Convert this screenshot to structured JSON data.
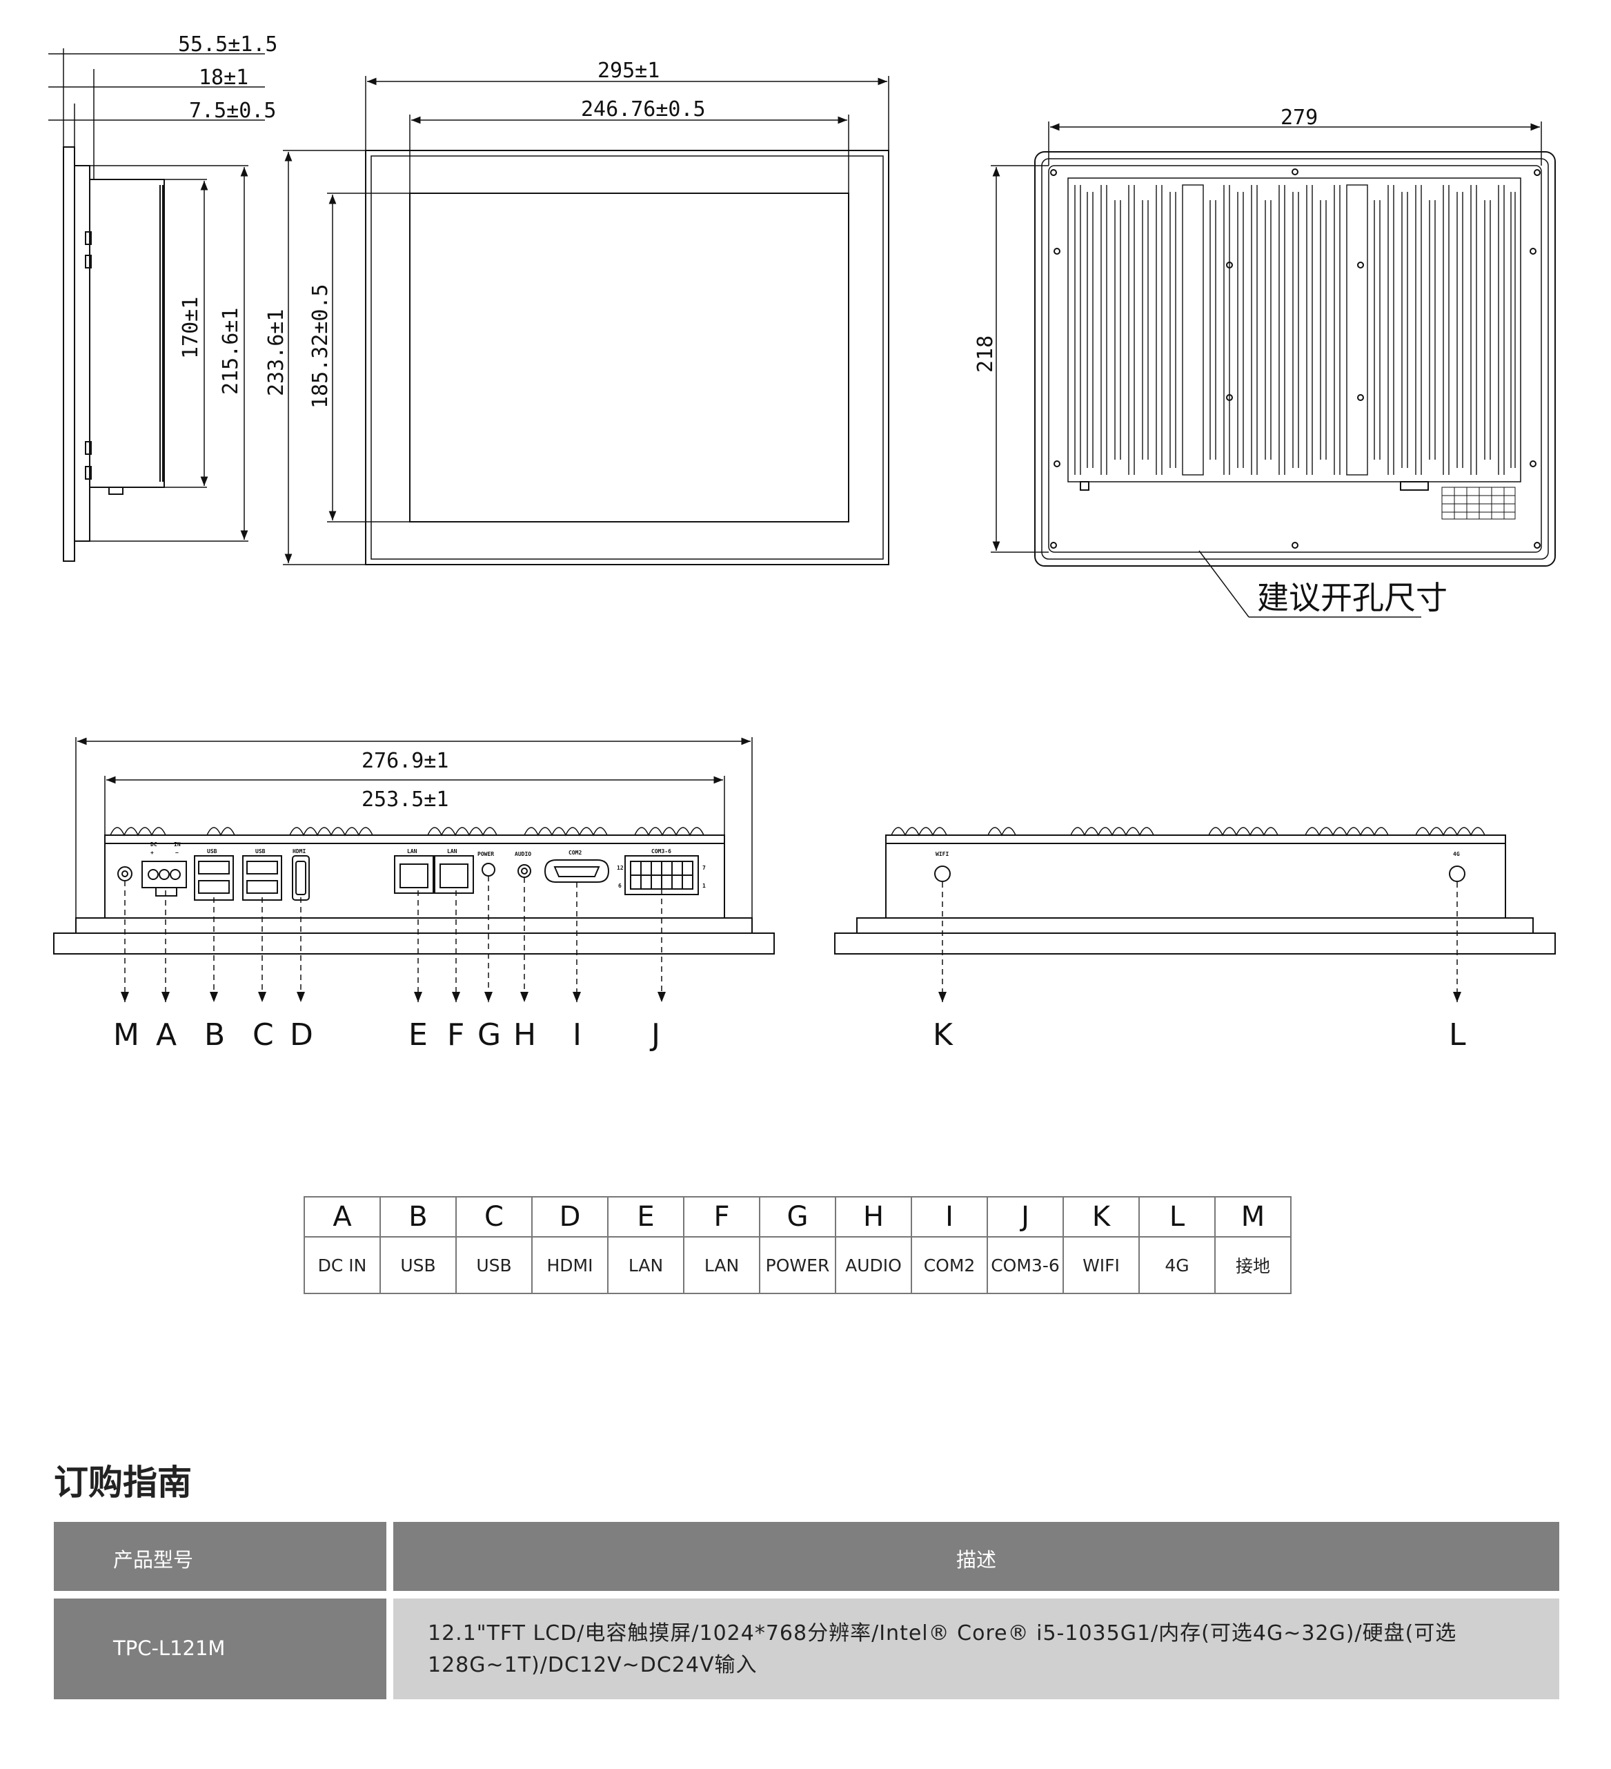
{
  "dimensions": {
    "side_depth_total": "55.5±1.5",
    "side_body_depth": "18±1",
    "side_bezel_depth": "7.5±0.5",
    "side_inner_height": "170±1",
    "side_height": "215.6±1",
    "front_height": "233.6±1",
    "front_view_height": "185.32±0.5",
    "front_width": "295±1",
    "front_view_width": "246.76±0.5",
    "cutout_width": "279",
    "cutout_height": "218",
    "cutout_note": "建议开孔尺寸",
    "bottom_width_outer": "276.9±1",
    "bottom_width_inner": "253.5±1"
  },
  "connector_silkscreen": {
    "dc": "DC",
    "in": "IN",
    "plus": "+",
    "minus": "−",
    "usb1": "USB",
    "usb2": "USB",
    "hdmi": "HDMI",
    "lan1": "LAN",
    "lan2": "LAN",
    "power": "POWER",
    "audio": "AUDIO",
    "com2": "COM2",
    "com36": "COM3-6",
    "pin12": "12",
    "pin6": "6",
    "pin7": "7",
    "pin1": "1",
    "wifi": "WIFI",
    "g4": "4G"
  },
  "callouts": {
    "m": "M",
    "a": "A",
    "b": "B",
    "c": "C",
    "d": "D",
    "e": "E",
    "f": "F",
    "g": "G",
    "h": "H",
    "i": "I",
    "j": "J",
    "k": "K",
    "l": "L"
  },
  "port_legend": [
    {
      "letter": "A",
      "desc": "DC IN"
    },
    {
      "letter": "B",
      "desc": "USB"
    },
    {
      "letter": "C",
      "desc": "USB"
    },
    {
      "letter": "D",
      "desc": "HDMI"
    },
    {
      "letter": "E",
      "desc": "LAN"
    },
    {
      "letter": "F",
      "desc": "LAN"
    },
    {
      "letter": "G",
      "desc": "POWER"
    },
    {
      "letter": "H",
      "desc": "AUDIO"
    },
    {
      "letter": "I",
      "desc": "COM2"
    },
    {
      "letter": "J",
      "desc": "COM3-6"
    },
    {
      "letter": "K",
      "desc": "WIFI"
    },
    {
      "letter": "L",
      "desc": "4G"
    },
    {
      "letter": "M",
      "desc": "接地"
    }
  ],
  "ordering": {
    "title": "订购指南",
    "header_model": "产品型号",
    "header_desc": "描述",
    "model": "TPC-L121M",
    "desc": "12.1\"TFT LCD/电容触摸屏/1024*768分辨率/Intel® Core® i5-1035G1/内存(可选4G~32G)/硬盘(可选128G~1T)/DC12V~DC24V输入"
  },
  "colors": {
    "table_header_bg": "#7f7f7f",
    "table_desc_bg": "#d0d0d0",
    "line": "#111111"
  }
}
